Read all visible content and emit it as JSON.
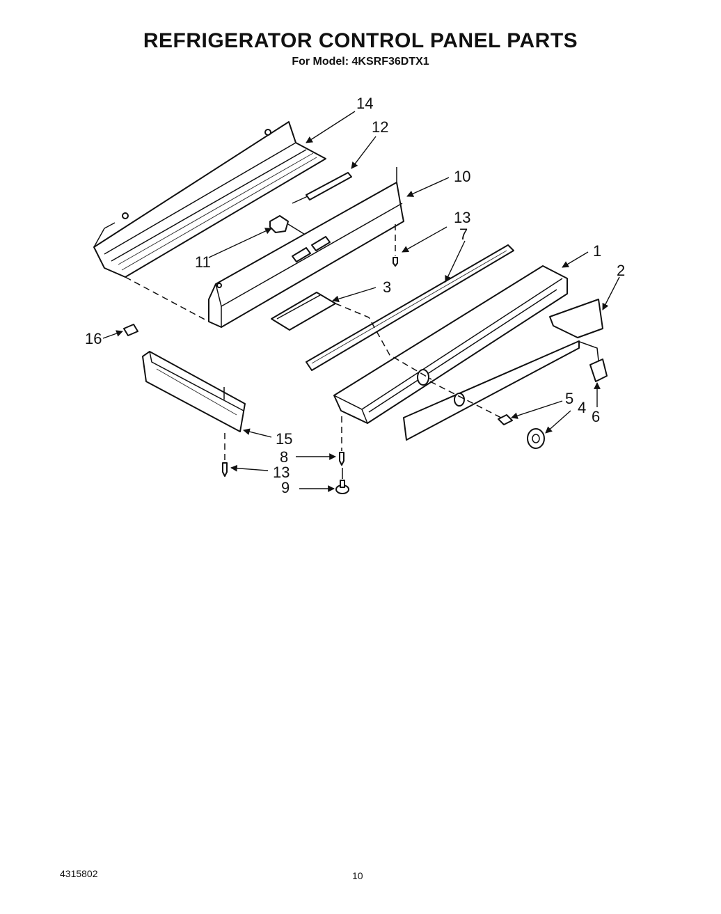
{
  "header": {
    "title": "REFRIGERATOR CONTROL PANEL PARTS",
    "model_line": "For Model: 4KSRF36DTX1"
  },
  "footer": {
    "doc_number": "4315802",
    "page_number": "10"
  },
  "callouts": {
    "c1": "1",
    "c2": "2",
    "c3": "3",
    "c4": "4",
    "c5": "5",
    "c6": "6",
    "c7": "7",
    "c8": "8",
    "c9": "9",
    "c10": "10",
    "c11": "11",
    "c12": "12",
    "c13a": "13",
    "c13b": "13",
    "c14": "14",
    "c15": "15",
    "c16": "16"
  }
}
